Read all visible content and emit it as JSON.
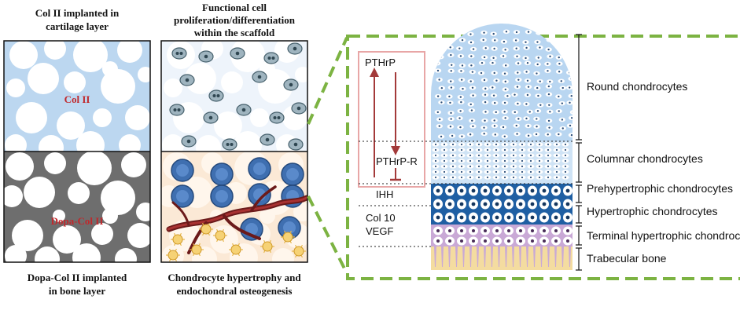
{
  "left_panel": {
    "top_caption": [
      "Col II implanted in",
      "cartilage layer"
    ],
    "top_label": "Col II",
    "bottom_label": "Dopa-Col II",
    "bottom_caption": [
      "Dopa-Col II implanted",
      "in bone layer"
    ]
  },
  "middle_panel": {
    "top_caption": [
      "Functional cell",
      "proliferation/differentiation",
      "within the scaffold"
    ],
    "bottom_caption": [
      "Chondrocyte hypertrophy and",
      "endochondral osteogenesis"
    ]
  },
  "growth_plate": {
    "signaling": {
      "pthrp": "PTHrP",
      "pthrp_r": "PTHrP-R",
      "ihh": "IHH",
      "col10": "Col 10",
      "vegf": "VEGF"
    },
    "zones": [
      "Round chondrocytes",
      "Columnar chondrocytes",
      "Prehypertrophic chondrocytes",
      "Hypertrophic chondrocytes",
      "Terminal hypertrophic chondrocytes",
      "Trabecular bone"
    ]
  },
  "colors": {
    "cartilage_blue": "#bcd7f0",
    "bone_gray": "#6e6e6e",
    "label_red": "#c0282c",
    "frame_green": "#7cb342",
    "signal_red": "#a33a3a",
    "hypertrophic_blue": "#1f5fa3",
    "terminal_purple": "#c9a9d6",
    "bone_yellow": "#f4dca0"
  }
}
